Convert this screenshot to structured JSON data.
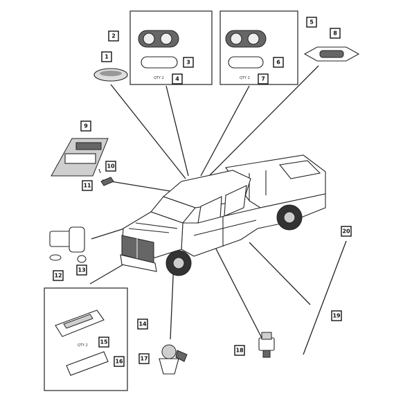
{
  "callouts": [
    {
      "id": "c1",
      "label": "1"
    },
    {
      "id": "c2",
      "label": "2"
    },
    {
      "id": "c3",
      "label": "3"
    },
    {
      "id": "c4",
      "label": "4"
    },
    {
      "id": "c5",
      "label": "5"
    },
    {
      "id": "c6",
      "label": "6"
    },
    {
      "id": "c7",
      "label": "7"
    },
    {
      "id": "c8",
      "label": "8"
    },
    {
      "id": "c9",
      "label": "9"
    },
    {
      "id": "c10",
      "label": "10"
    },
    {
      "id": "c11",
      "label": "11"
    },
    {
      "id": "c12",
      "label": "12"
    },
    {
      "id": "c13",
      "label": "13"
    },
    {
      "id": "c14",
      "label": "14"
    },
    {
      "id": "c15",
      "label": "15"
    },
    {
      "id": "c16",
      "label": "16"
    },
    {
      "id": "c17",
      "label": "17"
    },
    {
      "id": "c18",
      "label": "18"
    },
    {
      "id": "c19",
      "label": "19"
    },
    {
      "id": "c20",
      "label": "20"
    }
  ],
  "inline_labels": {
    "qty_a": "QTY 2",
    "qty_b": "QTY 2",
    "qty_c": "QTY 2"
  }
}
